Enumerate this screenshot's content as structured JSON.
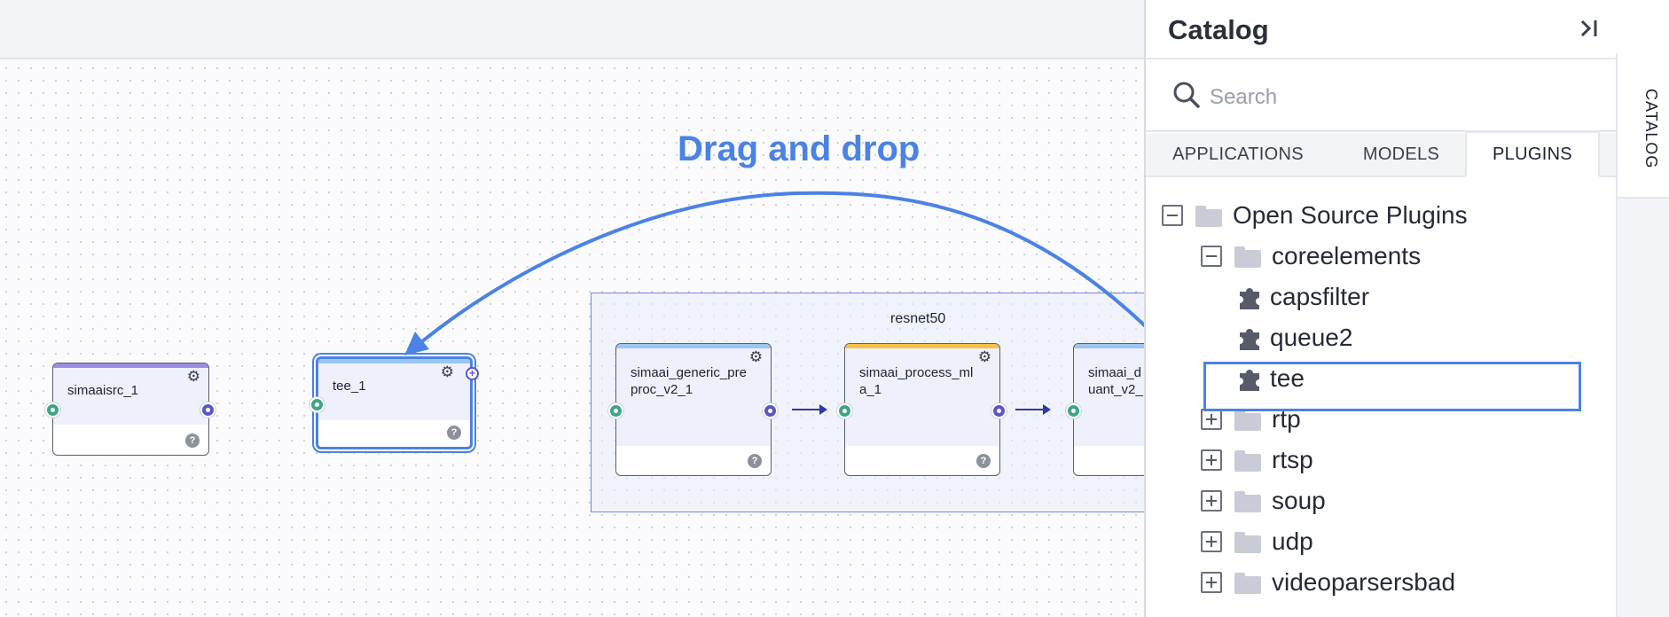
{
  "canvas": {
    "annotation": "Drag and drop",
    "nodes": [
      {
        "title": "simaaisrc_1"
      },
      {
        "title": "tee_1"
      },
      {
        "title": "simaai_generic_pre\nproc_v2_1"
      },
      {
        "title": "simaai_process_ml\na_1"
      },
      {
        "title": "simaai_d\nuant_v2_"
      }
    ],
    "group_title": "resnet50",
    "help_glyph": "?",
    "gear_glyph": "⚙"
  },
  "catalog": {
    "title": "Catalog",
    "collapse_glyph": "⇥",
    "search_placeholder": "Search",
    "tabs": [
      {
        "label": "APPLICATIONS"
      },
      {
        "label": "MODELS"
      },
      {
        "label": "PLUGINS",
        "active": true
      }
    ],
    "tree": {
      "root": "Open Source Plugins",
      "coreelements": "coreelements",
      "plugins": [
        "capsfilter",
        "queue2",
        "tee"
      ],
      "folders": [
        "rtp",
        "rtsp",
        "soup",
        "udp",
        "videoparsersbad"
      ]
    },
    "side_tab": "CATALOG"
  },
  "colors": {
    "accent": "#4a82e6",
    "port_in": "#3fa587",
    "port_out": "#5a56c9",
    "bar_purple": "#9b8ee0",
    "bar_blue": "#9cc6ef",
    "bar_orange": "#f2c14e"
  }
}
